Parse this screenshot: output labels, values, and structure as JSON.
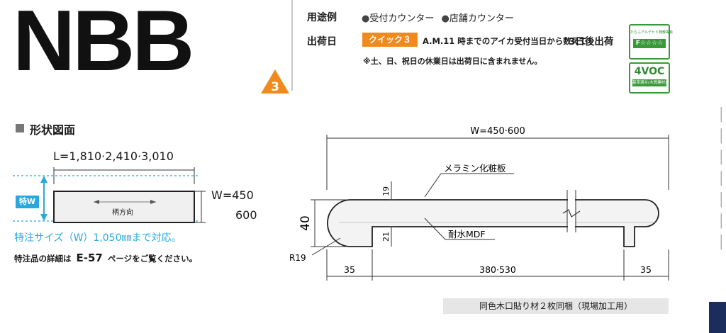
{
  "header": {
    "title": "NBB",
    "badge_number": "3"
  },
  "info": {
    "usage_label": "用途例",
    "usage_items": [
      "受付カウンター",
      "店舗カウンター"
    ],
    "shipping_label": "出荷日",
    "quick_badge": "クイック３",
    "shipping_text": "A.M.11 時までのアイカ受付当日から数えて",
    "shipping_days": "3日後出荷",
    "shipping_note": "※土、日、祝日の休業日は出荷日に含まれません。"
  },
  "certs": {
    "f4_top": "たらふアルデヒド発散等級",
    "f4_main": "F☆☆☆☆",
    "voc_main": "4VOC",
    "voc_sub": "基準適合(木質建材)"
  },
  "shape": {
    "heading": "形状図面",
    "length_label": "L=1,810·2,410·3,010",
    "width_label_1": "W=450",
    "width_label_2": "600",
    "grain_label": "柄方向",
    "special_w": "特W",
    "special_size_note": "特注サイズ（W）1,050㎜まで対応。",
    "detail_prefix": "特注品の詳細は",
    "detail_page": "E-57",
    "detail_suffix": "ページをご覧ください。"
  },
  "section": {
    "top_dim": "W=450·600",
    "melamine": "メラミン化粧板",
    "mdf": "耐水MDF",
    "dim_19": "19",
    "dim_21": "21",
    "dim_40": "40",
    "radius": "R19",
    "bottom_left": "35",
    "bottom_mid": "380·530",
    "bottom_right": "35",
    "footer": "同色木口貼り材２枚同梱（現場加工用）"
  },
  "colors": {
    "accent_orange": "#f08a1c",
    "cyan": "#29a8e0",
    "cert_green": "#3a9a3a",
    "navy": "#1a2d5c"
  }
}
